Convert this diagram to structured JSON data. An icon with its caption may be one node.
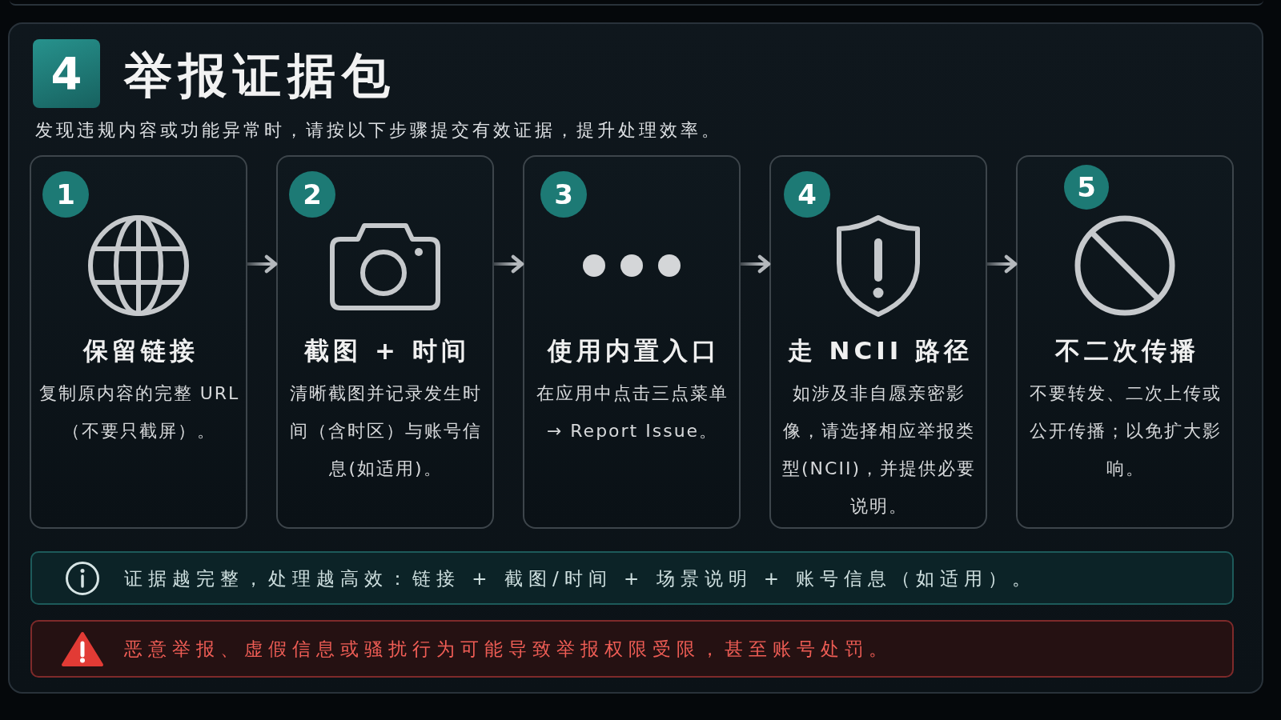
{
  "diagram": {
    "title": "举报证据包",
    "nodes": [
      {
        "text": [
          "4"
        ]
      },
      {
        "text": [
          "保留链接",
          "复制原内容的完整 URL（不要只截屏）。"
        ]
      },
      {
        "text": [
          "1"
        ],
        "in": 1
      },
      {
        "text": [
          "截图 + 时间",
          "清晰截图并记录发生时间（含时区）与账号信息(如适用)。"
        ]
      },
      {
        "text": [
          "2"
        ],
        "in": 3
      },
      {
        "text": [
          "使用内置入口",
          "在应用中点击三点菜单 → Report Issue。"
        ]
      },
      {
        "text": [
          "3"
        ],
        "in": 5
      },
      {
        "text": [
          "走 NCII 路径",
          "如涉及非自愿亲密影像，请选择相应举报类型(NCII)，并提供必要说明。"
        ]
      },
      {
        "text": [
          "4"
        ],
        "in": 7
      },
      {
        "text": [
          "不二次传播",
          "不要转发、二次上传或公开传播；以免扩大影响。"
        ]
      },
      {
        "text": [
          "5"
        ],
        "in": 9
      },
      {
        "text": [
          "证据越完整，处理越高效：链接 + 截图/时间 + 场景说明 + 账号信息（如适用）。"
        ]
      },
      {
        "text": [
          "恶意举报、虚假信息或骚扰行为可能导致举报权限受限，甚至账号处罚。"
        ]
      }
    ],
    "edges": [
      {
        "from": 1,
        "to": 3,
        "arrow": "to"
      },
      {
        "from": 3,
        "to": 5,
        "arrow": "to"
      },
      {
        "from": 5,
        "to": 7,
        "arrow": "to"
      },
      {
        "from": 7,
        "to": 9,
        "arrow": "to"
      }
    ],
    "labels": [
      "发现违规内容或功能异常时，请按以下步骤提交有效证据，提升处理效率。"
    ]
  }
}
